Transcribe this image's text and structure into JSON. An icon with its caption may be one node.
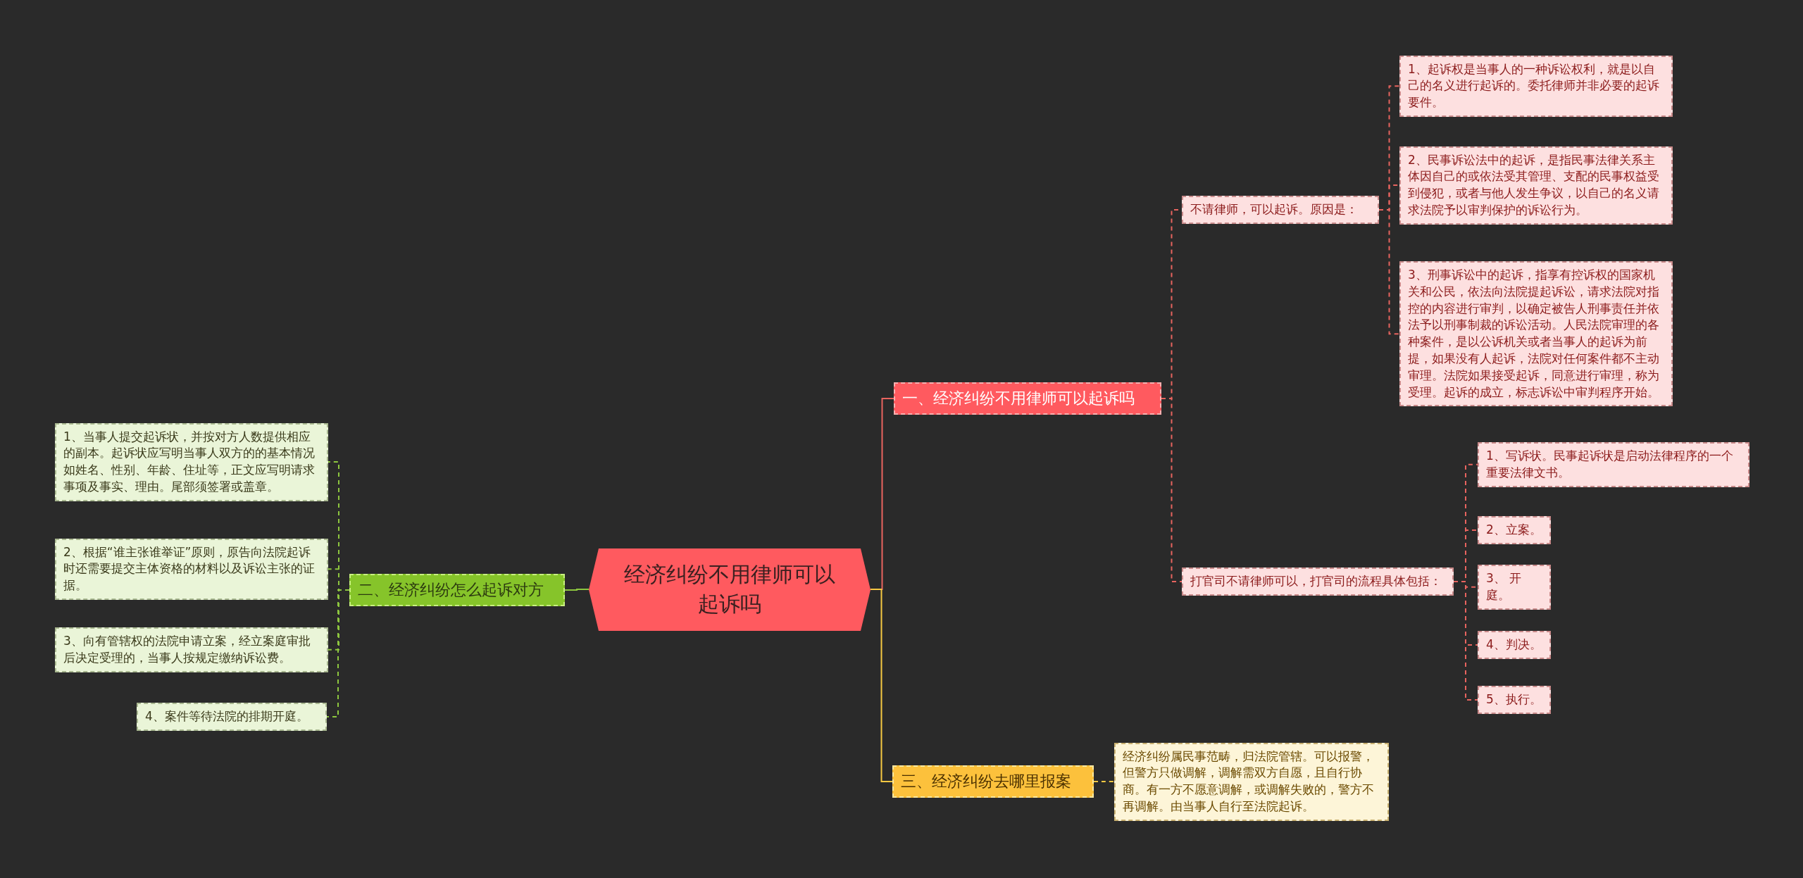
{
  "diagram": {
    "nodes": [
      {
        "text": [
          "经济纠纷不用律师可以起诉吗"
        ]
      },
      {
        "text": [
          "一、经济纠纷不用律师可以起诉吗"
        ]
      },
      {
        "text": [
          "不请律师，可以起诉。原因是："
        ]
      },
      {
        "text": [
          "1、起诉权是当事人的一种诉讼权利，就是以自己的名义进行起诉的。委托律师并非必要的起诉要件。"
        ]
      },
      {
        "text": [
          "2、民事诉讼法中的起诉，是指民事法律关系主体因自己的或依法受其管理、支配的民事权益受到侵犯，或者与他人发生争议，以自己的名义请求法院予以审判保护的诉讼行为。"
        ]
      },
      {
        "text": [
          "3、刑事诉讼中的起诉，指享有控诉权的国家机关和公民，依法向法院提起诉讼，请求法院对指控的内容进行审判，以确定被告人刑事责任并依法予以刑事制裁的诉讼活动。人民法院审理的各种案件，是以公诉机关或者当事人的起诉为前提，如果没有人起诉，法院对任何案件都不主动审理。法院如果接受起诉，同意进行审理，称为受理。起诉的成立，标志诉讼中审判程序开始。"
        ]
      },
      {
        "text": [
          "打官司不请律师可以，打官司的流程具体包括："
        ]
      },
      {
        "text": [
          "1、写诉状。民事起诉状是启动法律程序的一个重要法律文书。"
        ]
      },
      {
        "text": [
          "2、立案。"
        ]
      },
      {
        "text": [
          "3、 开庭。"
        ]
      },
      {
        "text": [
          "4、判决。"
        ]
      },
      {
        "text": [
          "5、执行。"
        ]
      },
      {
        "text": [
          "二、经济纠纷怎么起诉对方"
        ]
      },
      {
        "text": [
          "1、当事人提交起诉状，并按对方人数提供相应的副本。起诉状应写明当事人双方的的基本情况如姓名、性别、年龄、住址等，正文应写明请求事项及事实、理由。尾部须签署或盖章。"
        ]
      },
      {
        "text": [
          "2、根据“谁主张谁举证”原则，原告向法院起诉时还需要提交主体资格的材料以及诉讼主张的证据。"
        ]
      },
      {
        "text": [
          "3、向有管辖权的法院申请立案，经立案庭审批后决定受理的，当事人按规定缴纳诉讼费。"
        ]
      },
      {
        "text": [
          "4、案件等待法院的排期开庭。"
        ]
      },
      {
        "text": [
          "三、经济纠纷去哪里报案"
        ]
      },
      {
        "text": [
          "经济纠纷属民事范畴，归法院管辖。可以报警，但警方只做调解，调解需双方自愿，且自行协商。有一方不愿意调解，或调解失败的，警方不再调解。由当事人自行至法院起诉。"
        ]
      }
    ],
    "edges": [
      {
        "from": 0,
        "to": 1,
        "arrow": "none"
      },
      {
        "from": 1,
        "to": 2,
        "arrow": "none",
        "style": "dashed"
      },
      {
        "from": 2,
        "to": 3,
        "arrow": "none",
        "style": "dashed"
      },
      {
        "from": 2,
        "to": 4,
        "arrow": "none",
        "style": "dashed"
      },
      {
        "from": 2,
        "to": 5,
        "arrow": "none",
        "style": "dashed"
      },
      {
        "from": 1,
        "to": 6,
        "arrow": "none",
        "style": "dashed"
      },
      {
        "from": 6,
        "to": 7,
        "arrow": "none",
        "style": "dashed"
      },
      {
        "from": 6,
        "to": 8,
        "arrow": "none",
        "style": "dashed"
      },
      {
        "from": 6,
        "to": 9,
        "arrow": "none",
        "style": "dashed"
      },
      {
        "from": 6,
        "to": 10,
        "arrow": "none",
        "style": "dashed"
      },
      {
        "from": 6,
        "to": 11,
        "arrow": "none",
        "style": "dashed"
      },
      {
        "from": 0,
        "to": 12,
        "arrow": "none",
        "color": "#8dc63f"
      },
      {
        "from": 12,
        "to": 13,
        "arrow": "none",
        "style": "dashed",
        "color": "#8dc63f"
      },
      {
        "from": 12,
        "to": 14,
        "arrow": "none",
        "style": "dashed",
        "color": "#8dc63f"
      },
      {
        "from": 12,
        "to": 15,
        "arrow": "none",
        "style": "dashed",
        "color": "#8dc63f"
      },
      {
        "from": 12,
        "to": 16,
        "arrow": "none",
        "style": "dashed",
        "color": "#8dc63f"
      },
      {
        "from": 0,
        "to": 17,
        "arrow": "none",
        "color": "#f5c842"
      },
      {
        "from": 17,
        "to": 18,
        "arrow": "none",
        "style": "dashed",
        "color": "#f5c842"
      }
    ]
  }
}
